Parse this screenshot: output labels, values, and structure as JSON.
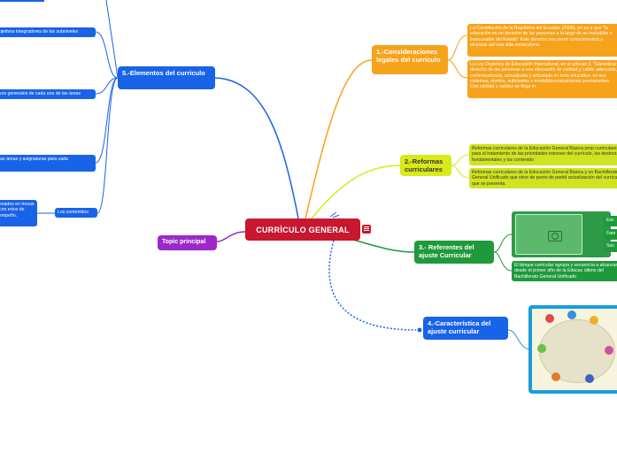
{
  "central": {
    "label": "CURRÌCULO GENERAL"
  },
  "topic_principal": {
    "label": "Topic principal"
  },
  "branches": {
    "b1": {
      "label": "1.-Consideraciones legales del currículo",
      "leaf1": "La Constitución de la República del Ecuador (2008), en su a que \"la educación es un derecho de las personas a lo largo de su ineludible e inexcusable del Estado\" Este derecho nos permi conocimientos y alcanzar así una vida social plena.",
      "leaf2": "La Ley Orgánica de Educación Intercultural, en el artículo 2, \"Garantizar derecho de las personas a una educación de calidad y calide adecuada, contextualizada, actualizada y articulada en todo educativo, en sus sistemas, niveles, subniveles o modalida evaluaciones permanentes. Con calidad y calidez se llega m"
    },
    "b2": {
      "label": "2.-Reformas curriculares",
      "leaf1": "Reformas curriculares de la Educación General Básica prop curriculares para el tratamiento de las prioridades transver del currículo, las destrezas  fundamentales y los contenido",
      "leaf2": "Reformas curriculares de la Educación General Básica y un Bachillerato General Unificado que sirve de punto de partid actualización del currículo que se presenta."
    },
    "b3": {
      "label": "3.- Referentes del ajuste Curricular",
      "sub1": "Esc",
      "sub2": "Fam",
      "sub3": "Soc",
      "leaf1": "El bloque curricular agrupa y secuencia a alcanzar desde el primer año de la Educac último del Bachillerato General Unificado"
    },
    "b4": {
      "label": "4.-Característica del ajuste curricular"
    },
    "b5": {
      "label": "5.-Elementos del curriculo",
      "leaf1": "bjetivos integradores de los subniveles",
      "leaf2": "vos generales de cada una de las áreas",
      "leaf3": "las áreas y asignaturas para cada",
      "leaf4": "Los contenidos",
      "leaf5": "esados en trezas con ertos de empeño."
    }
  },
  "colors": {
    "central": "#c8172e",
    "orange": "#f7a21b",
    "lime": "#d8ea1a",
    "green": "#1f9a3b",
    "blue": "#1863e8",
    "purple": "#9d28c9",
    "image_border": "#1a9dd8"
  },
  "icons": {
    "note": "note-icon",
    "photo": "camera-icon"
  }
}
